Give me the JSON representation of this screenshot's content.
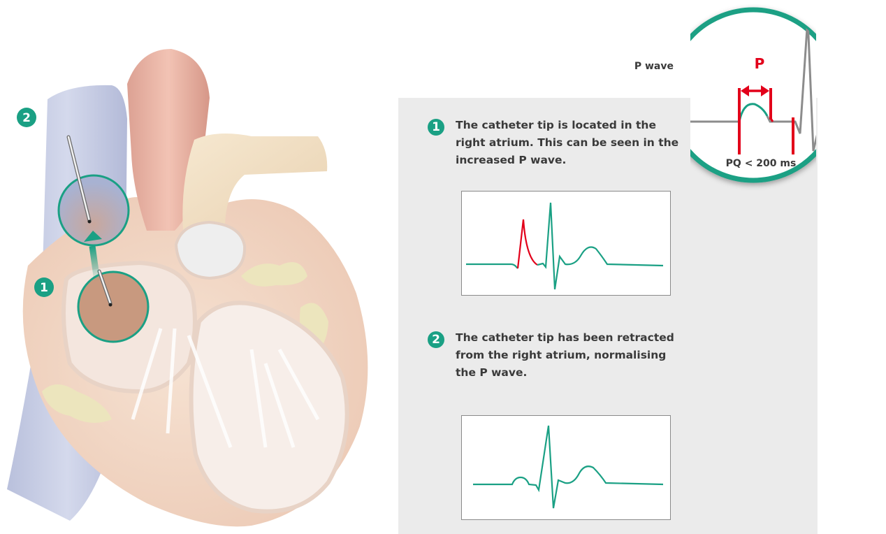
{
  "heart": {
    "marker_1": "1",
    "marker_2": "2"
  },
  "steps": [
    {
      "number": "1",
      "text": "The catheter tip is located in the right atrium. This can be seen in the increased P wave."
    },
    {
      "number": "2",
      "text": "The catheter tip has been retracted from the right atrium, normalising the P wave."
    }
  ],
  "zoom": {
    "title": "P wave",
    "p_label": "P",
    "interval_label": "PQ < 200 ms"
  },
  "colors": {
    "teal": "#1aa084",
    "red": "#e2001a",
    "gray_trace": "#8c8c8c",
    "panel": "#ebebeb",
    "vein": "#c9cfe3",
    "heart_tissue": "#f1d7c3"
  },
  "icons": [
    "upward-arrow-icon",
    "catheter-icon"
  ]
}
